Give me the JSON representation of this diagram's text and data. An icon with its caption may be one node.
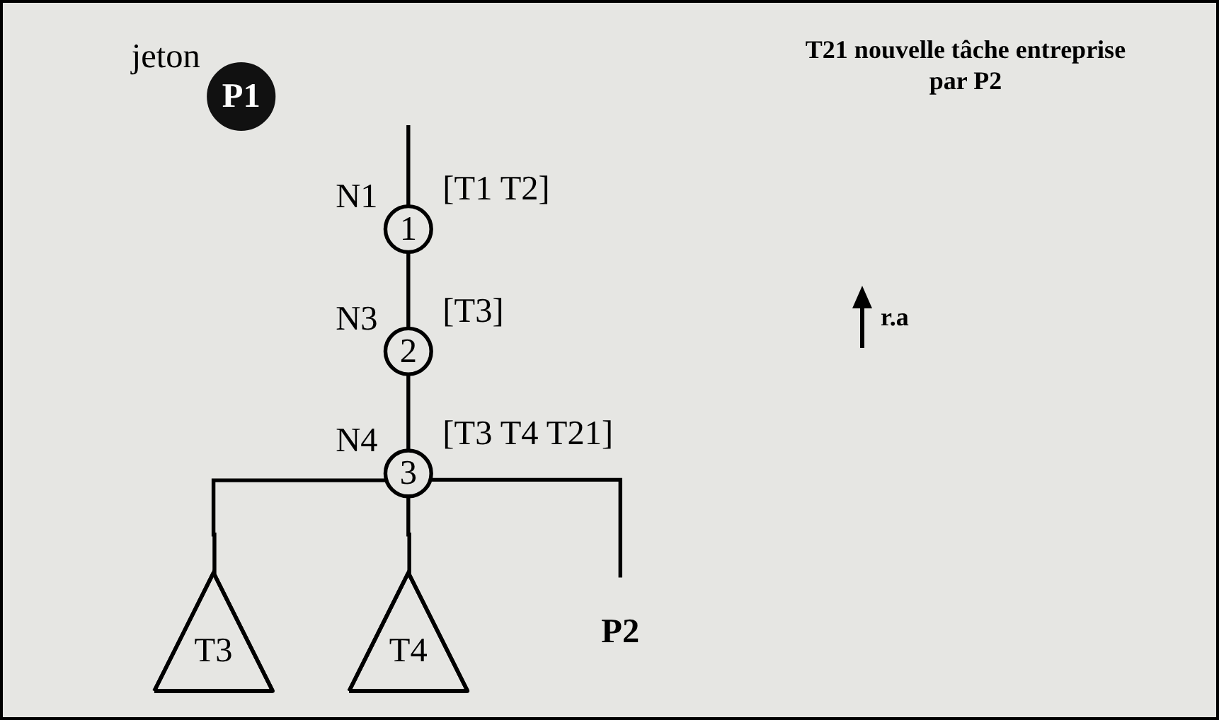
{
  "diagram": {
    "nodes": [
      {
        "text": [
          "1"
        ],
        "beside": [
          "N1",
          "[T1 T2]"
        ]
      },
      {
        "text": [
          "2"
        ],
        "beside": [
          "N3",
          "[T3]"
        ]
      },
      {
        "text": [
          "3"
        ],
        "beside": [
          "N4",
          "[T3 T4 T21]"
        ]
      },
      {
        "text": [
          "T3"
        ]
      },
      {
        "text": [
          "T4"
        ]
      },
      {
        "text": [
          "P2"
        ]
      },
      {
        "text": [
          "P1"
        ],
        "beside": [
          "jeton"
        ]
      }
    ],
    "edges": [
      {
        "from": null,
        "to": 0,
        "arrow": "none"
      },
      {
        "from": 0,
        "to": 1,
        "arrow": "none"
      },
      {
        "from": 1,
        "to": 2,
        "arrow": "none"
      },
      {
        "from": 2,
        "to": 3,
        "arrow": "none"
      },
      {
        "from": 2,
        "to": 4,
        "arrow": "none"
      },
      {
        "from": 2,
        "to": 5,
        "arrow": "none"
      }
    ],
    "labels": [
      "T21 nouvelle tâche entreprise par P2",
      "r.a"
    ]
  }
}
